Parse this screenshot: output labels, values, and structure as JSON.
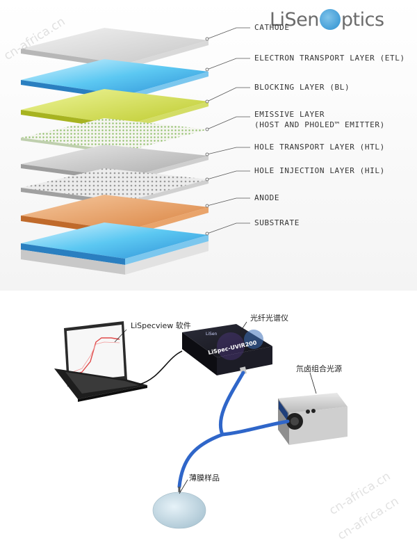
{
  "logo": {
    "text_left": "LiSen",
    "text_right": "ptics"
  },
  "watermarks": [
    "cn-africa.cn",
    "cn-africa.cn",
    "cn-africa.cn"
  ],
  "oled_layers": [
    {
      "label": "CATHODE"
    },
    {
      "label": "ELECTRON TRANSPORT LAYER (ETL)"
    },
    {
      "label": "BLOCKING LAYER (BL)"
    },
    {
      "label": "EMISSIVE LAYER"
    },
    {
      "label": "(HOST AND PHOLED™ EMITTER)"
    },
    {
      "label": "HOLE TRANSPORT LAYER (HTL)"
    },
    {
      "label": "HOLE INJECTION LAYER (HIL)"
    },
    {
      "label": "ANODE"
    },
    {
      "label": "SUBSTRATE"
    }
  ],
  "setup": {
    "software_label": "LiSpecview 软件",
    "spectrometer_label": "光纤光谱仪",
    "light_source_label": "氘卤组合光源",
    "sample_label": "薄膜样品",
    "device_brand": "LiSen",
    "device_model": "LiSpec-UVIR200"
  },
  "colors": {
    "fiber": "#2f66c9",
    "logo_blue": "#2b8fd0"
  }
}
